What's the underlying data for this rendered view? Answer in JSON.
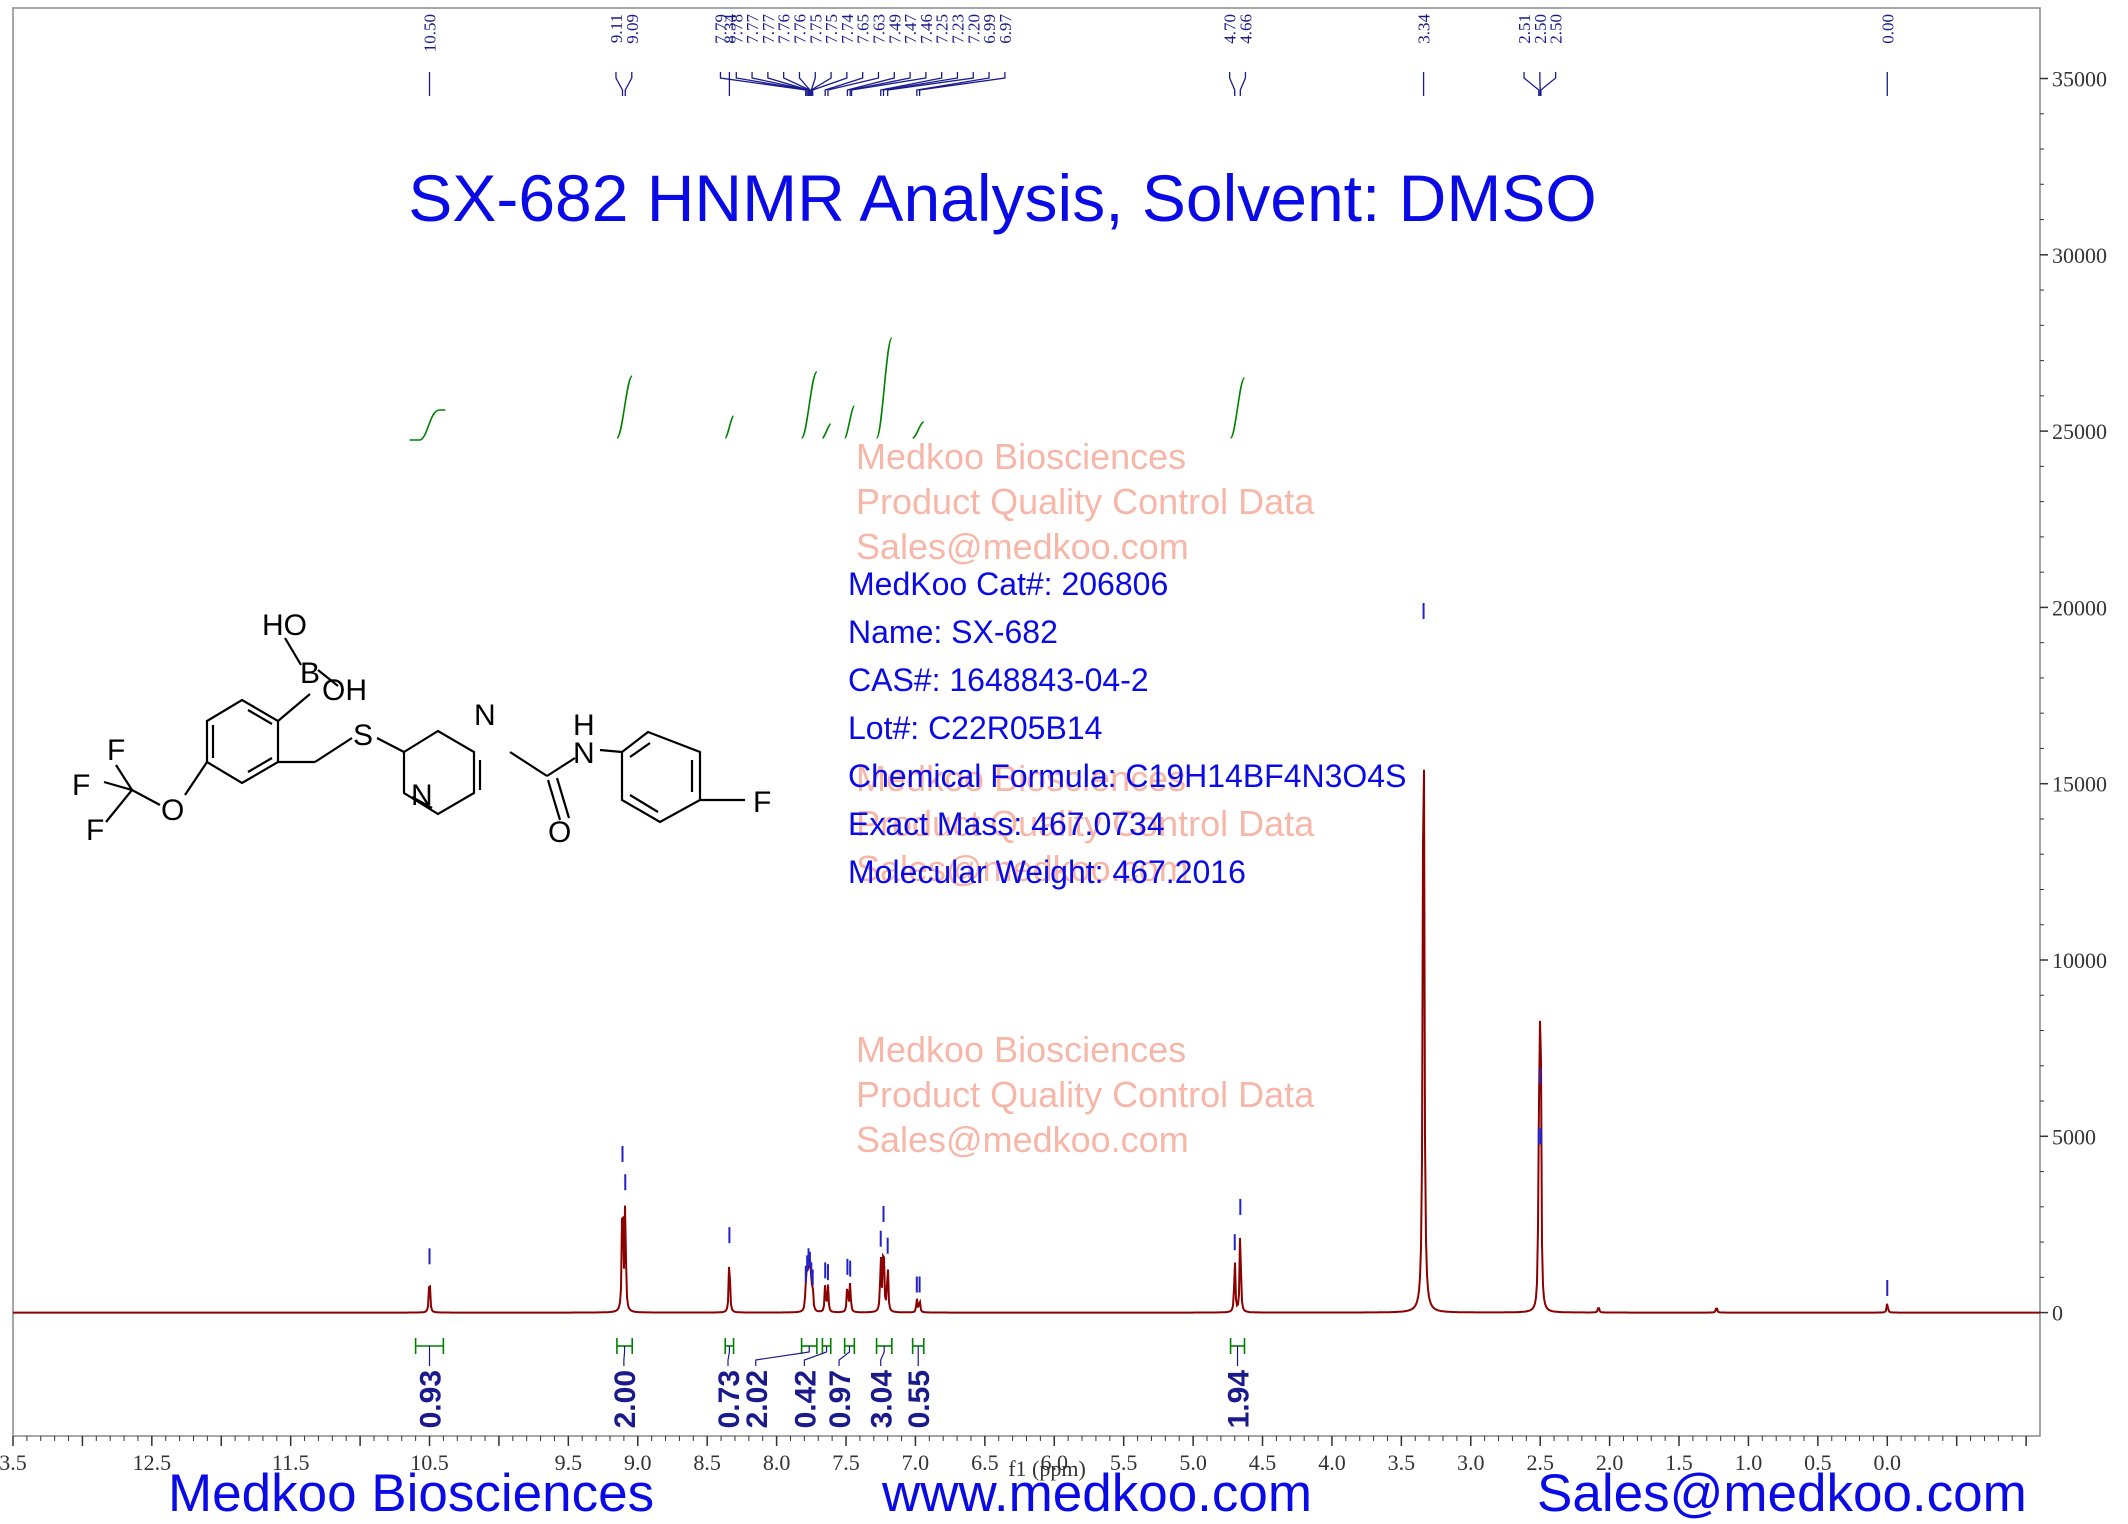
{
  "title": "SX-682 HNMR Analysis, Solvent: DMSO",
  "info_lines": [
    "MedKoo Cat#: 206806",
    "Name: SX-682",
    "CAS#: 1648843-04-2",
    "Lot#: C22R05B14",
    "Chemical Formula: C19H14BF4N3O4S",
    "Exact Mass: 467.0734",
    "Molecular Weight: 467.2016"
  ],
  "watermark_lines": [
    "Medkoo Biosciences",
    "Product Quality Control Data",
    "Sales@medkoo.com"
  ],
  "footer": {
    "left": "Medkoo Biosciences",
    "center": "www.medkoo.com",
    "right": "Sales@medkoo.com"
  },
  "structure_atoms": {
    "ho": "HO",
    "b": "B",
    "oh": "OH",
    "s": "S",
    "n_top": "N",
    "n_bottom": "N",
    "nh_h": "H",
    "nh_n": "N",
    "o_carbonyl": "O",
    "f_para": "F",
    "f1": "F",
    "f2": "F",
    "f3": "F",
    "o_ether": "O"
  },
  "colors": {
    "spectrum": "#8b0000",
    "peak_label": "#1a1a8c",
    "integral": "#008000",
    "integral_value": "#1a1a8c",
    "brand_text": "#0a0ae6",
    "watermark": "#f7b7a8"
  },
  "chart_data": {
    "type": "line",
    "xlabel": "f1 (ppm)",
    "xlim": [
      13.5,
      -1.1
    ],
    "ylim": [
      -3500,
      37000
    ],
    "x_ticks": [
      13.5,
      13.0,
      12.5,
      12.0,
      11.5,
      11.0,
      10.5,
      10.0,
      9.5,
      9.0,
      8.5,
      8.0,
      7.5,
      7.0,
      6.5,
      6.0,
      5.5,
      5.0,
      4.5,
      4.0,
      3.5,
      3.0,
      2.5,
      2.0,
      1.5,
      1.0,
      0.5,
      0.0,
      -0.5,
      -1.0
    ],
    "x_tick_labels": [
      "3.5",
      "",
      "12.5",
      "",
      "11.5",
      "",
      "10.5",
      "",
      "9.5",
      "9.0",
      "8.5",
      "8.0",
      "7.5",
      "7.0",
      "6.5",
      "6.0",
      "5.5",
      "5.0",
      "4.5",
      "4.0",
      "3.5",
      "3.0",
      "2.5",
      "2.0",
      "1.5",
      "1.0",
      "0.5",
      "0.0",
      "",
      ""
    ],
    "y_ticks": [
      0,
      5000,
      10000,
      15000,
      20000,
      25000,
      30000,
      35000
    ],
    "y_tick_labels": [
      "0",
      "5000",
      "10000",
      "15000",
      "20000",
      "25000",
      "30000",
      "35000"
    ],
    "peaks": [
      {
        "ppm": 10.5,
        "height": 1200
      },
      {
        "ppm": 9.11,
        "height": 4100
      },
      {
        "ppm": 9.09,
        "height": 3300
      },
      {
        "ppm": 8.34,
        "height": 1800
      },
      {
        "ppm": 7.79,
        "height": 700
      },
      {
        "ppm": 7.78,
        "height": 1000
      },
      {
        "ppm": 7.77,
        "height": 1200
      },
      {
        "ppm": 7.76,
        "height": 1100
      },
      {
        "ppm": 7.75,
        "height": 800
      },
      {
        "ppm": 7.74,
        "height": 600
      },
      {
        "ppm": 7.65,
        "height": 800
      },
      {
        "ppm": 7.63,
        "height": 750
      },
      {
        "ppm": 7.49,
        "height": 900
      },
      {
        "ppm": 7.47,
        "height": 850
      },
      {
        "ppm": 7.25,
        "height": 1700
      },
      {
        "ppm": 7.23,
        "height": 2400
      },
      {
        "ppm": 7.2,
        "height": 1500
      },
      {
        "ppm": 6.99,
        "height": 400
      },
      {
        "ppm": 6.97,
        "height": 400
      },
      {
        "ppm": 4.7,
        "height": 1600
      },
      {
        "ppm": 4.66,
        "height": 2600
      },
      {
        "ppm": 3.34,
        "height": 19500
      },
      {
        "ppm": 2.51,
        "height": 4600
      },
      {
        "ppm": 2.5,
        "height": 6300
      },
      {
        "ppm": 2.495,
        "height": 4600
      },
      {
        "ppm": 2.08,
        "height": 200
      },
      {
        "ppm": 1.23,
        "height": 180
      },
      {
        "ppm": 0.0,
        "height": 300
      }
    ],
    "peak_labels": [
      "10.50",
      "9.11",
      "9.09",
      "8.34",
      "7.79",
      "7.78",
      "7.77",
      "7.77",
      "7.76",
      "7.76",
      "7.75",
      "7.75",
      "7.74",
      "7.65",
      "7.63",
      "7.49",
      "7.47",
      "7.46",
      "7.25",
      "7.23",
      "7.20",
      "6.99",
      "6.97",
      "4.70",
      "4.66",
      "3.34",
      "2.51",
      "2.50",
      "2.50",
      "0.00"
    ],
    "peak_label_targets": [
      10.5,
      9.11,
      9.09,
      8.34,
      7.79,
      7.78,
      7.77,
      7.77,
      7.76,
      7.76,
      7.75,
      7.75,
      7.74,
      7.65,
      7.63,
      7.49,
      7.47,
      7.46,
      7.25,
      7.23,
      7.2,
      6.99,
      6.97,
      4.7,
      4.66,
      3.34,
      2.51,
      2.5,
      2.495,
      0.0
    ],
    "integrals": [
      {
        "from": 10.6,
        "to": 10.4,
        "value": "0.93",
        "label_ppm": 10.5
      },
      {
        "from": 9.15,
        "to": 9.04,
        "value": "2.00",
        "label_ppm": 9.1
      },
      {
        "from": 8.37,
        "to": 8.31,
        "value": "0.73",
        "label_ppm": 8.35
      },
      {
        "from": 7.82,
        "to": 7.71,
        "value": "2.02",
        "label_ppm": 8.15
      },
      {
        "from": 7.67,
        "to": 7.61,
        "value": "0.42",
        "label_ppm": 7.8
      },
      {
        "from": 7.51,
        "to": 7.44,
        "value": "0.97",
        "label_ppm": 7.55
      },
      {
        "from": 7.28,
        "to": 7.17,
        "value": "3.04",
        "label_ppm": 7.25
      },
      {
        "from": 7.02,
        "to": 6.94,
        "value": "0.55",
        "label_ppm": 6.98
      },
      {
        "from": 4.73,
        "to": 4.63,
        "value": "1.94",
        "label_ppm": 4.68
      }
    ]
  }
}
